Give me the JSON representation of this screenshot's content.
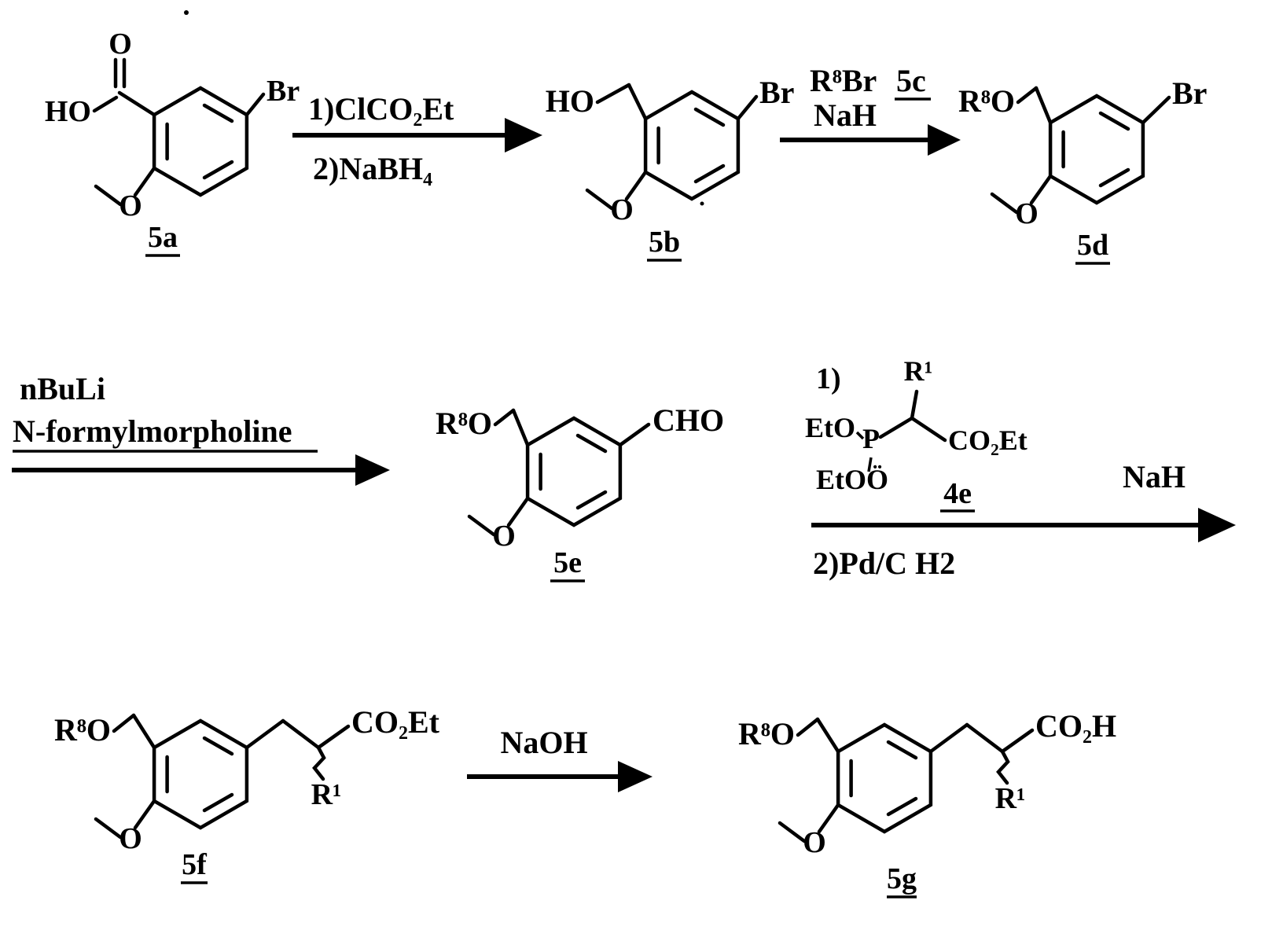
{
  "page": {
    "background": "#ffffff",
    "ink": "#000000"
  },
  "compounds": {
    "c5a": {
      "label": "5a",
      "ho": "HO",
      "carbonyl_o": "O",
      "br": "Br",
      "methoxy_o": "O"
    },
    "c5b": {
      "label": "5b",
      "ho": "HO",
      "br": "Br",
      "methoxy_o": "O"
    },
    "c5d": {
      "label": "5d",
      "r8o": "R⁸O",
      "br": "Br",
      "methoxy_o": "O"
    },
    "c5e": {
      "label": "5e",
      "r8o": "R⁸O",
      "cho": "CHO",
      "methoxy_o": "O"
    },
    "c5f": {
      "label": "5f",
      "r8o": "R⁸O",
      "co2et": "CO₂Et",
      "r1": "R¹",
      "methoxy_o": "O"
    },
    "c5g": {
      "label": "5g",
      "r8o": "R⁸O",
      "co2h": "CO₂H",
      "r1": "R¹",
      "methoxy_o": "O"
    }
  },
  "steps": {
    "s1": {
      "line1": "1)ClCO₂Et",
      "line2": "2)NaBH₄"
    },
    "s2": {
      "reagent": "R⁸Br",
      "compound_ref": "5c",
      "base": "NaH"
    },
    "s3": {
      "line1": "nBuLi",
      "line2": "N-formylmorpholine"
    },
    "s4": {
      "prefix": "1)",
      "r1": "R¹",
      "eto_top": "EtO",
      "p": "P",
      "co2et": "CO₂Et",
      "eto_bottom": "EtOÖ",
      "label": "4e",
      "base": "NaH",
      "line2": "2)Pd/C H2"
    },
    "s5": {
      "reagent": "NaOH"
    }
  }
}
